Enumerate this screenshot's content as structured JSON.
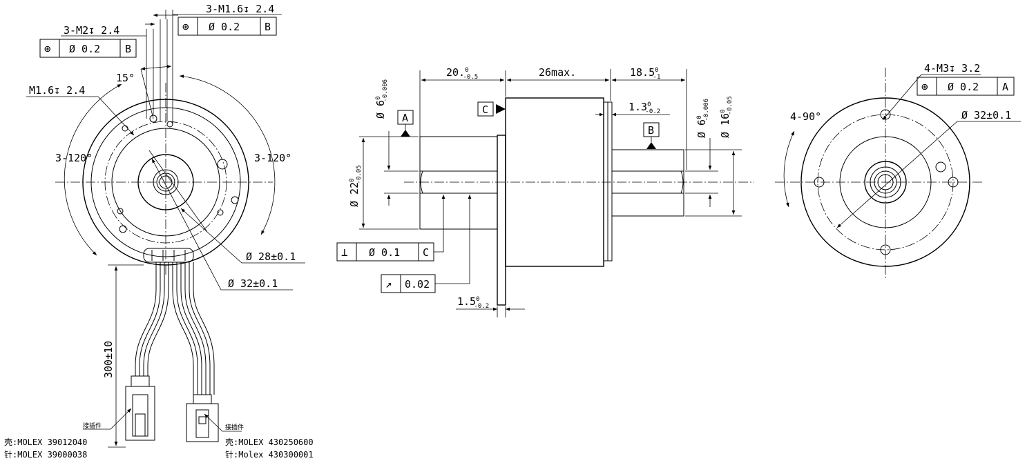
{
  "front_view": {
    "callout_m2": "3-M2↧ 2.4",
    "fcf_m2": {
      "symbol": "⊕",
      "tol": "Ø 0.2",
      "datum": "B"
    },
    "callout_m16_3": "3-M1.6↧ 2.4",
    "fcf_m16_3": {
      "symbol": "⊕",
      "tol": "Ø 0.2",
      "datum": "B"
    },
    "angle_15": "15°",
    "callout_m16": "M1.6↧ 2.4",
    "angle_left": "3-120°",
    "angle_right": "3-120°",
    "dia_28": "Ø 28±0.1",
    "dia_32": "Ø 32±0.1",
    "cable_len": "300±10",
    "connector_label_1": "接插件",
    "connector_label_2": "接插件",
    "conn1_line1": "壳:MOLEX  39012040",
    "conn1_line2": "针:MOLEX  39000038",
    "conn2_line1": "壳:MOLEX  430250600",
    "conn2_line2": "针:Molex  430300001"
  },
  "side_view": {
    "dim_20": {
      "base": "20.",
      "upper": "0",
      "lower": "-0.5"
    },
    "dim_26": "26max.",
    "dim_18": {
      "base": "18.5",
      "upper": "0",
      "lower": "-1"
    },
    "dim_13": {
      "base": "1.3",
      "upper": "0",
      "lower": "-0.2"
    },
    "dim_15": {
      "base": "1.5",
      "upper": "0",
      "lower": "-0.2"
    },
    "dia_6_left": {
      "base": "Ø 6",
      "upper": "0",
      "lower": "-0.006"
    },
    "dia_22": {
      "base": "Ø 22",
      "upper": "0",
      "lower": "-0.05"
    },
    "dia_6_right": {
      "base": "Ø 6",
      "upper": "0",
      "lower": "-0.006"
    },
    "dia_16": {
      "base": "Ø 16",
      "upper": "0",
      "lower": "-0.05"
    },
    "datum_a": "A",
    "datum_b": "B",
    "datum_c": "C",
    "fcf_perp": {
      "symbol": "⊥",
      "tol": "Ø 0.1",
      "datum": "C"
    },
    "fcf_runout": {
      "symbol": "↗",
      "tol": "0.02"
    }
  },
  "back_view": {
    "callout_m3": "4-M3↧ 3.2",
    "fcf_m3": {
      "symbol": "⊕",
      "tol": "Ø 0.2",
      "datum": "A"
    },
    "angle_90": "4-90°",
    "dia_32": "Ø 32±0.1"
  }
}
